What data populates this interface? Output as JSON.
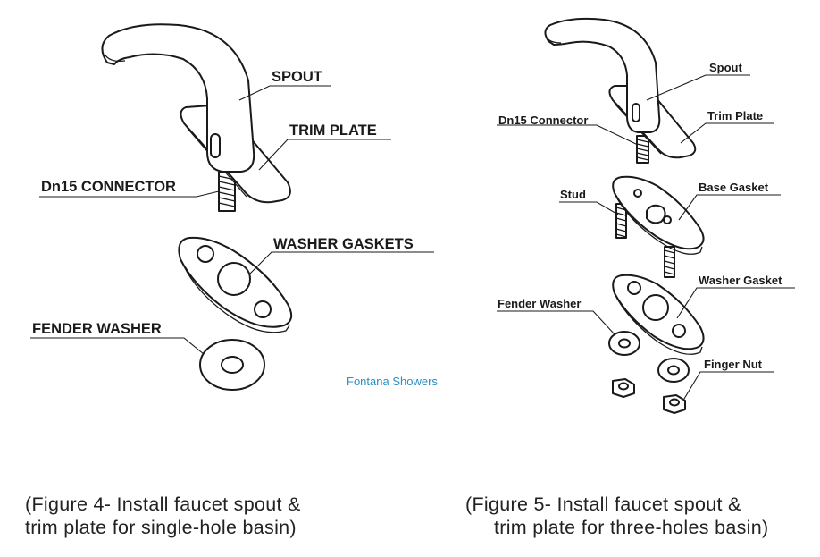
{
  "figure4": {
    "labels": {
      "spout": "SPOUT",
      "trim_plate": "TRIM PLATE",
      "connector": "Dn15 CONNECTOR",
      "washer_gaskets": "WASHER GASKETS",
      "fender_washer": "FENDER WASHER"
    },
    "caption_line1": "(Figure 4- Install faucet spout &",
    "caption_line2": "trim plate for single-hole basin)"
  },
  "figure5": {
    "labels": {
      "spout": "Spout",
      "trim_plate": "Trim Plate",
      "connector": "Dn15 Connector",
      "stud": "Stud",
      "base_gasket": "Base Gasket",
      "washer_gasket": "Washer Gasket",
      "fender_washer": "Fender Washer",
      "finger_nut": "Finger Nut"
    },
    "caption_line1": "(Figure 5- Install faucet spout &",
    "caption_line2": "trim plate for three-holes basin)"
  },
  "watermark": "Fontana Showers"
}
